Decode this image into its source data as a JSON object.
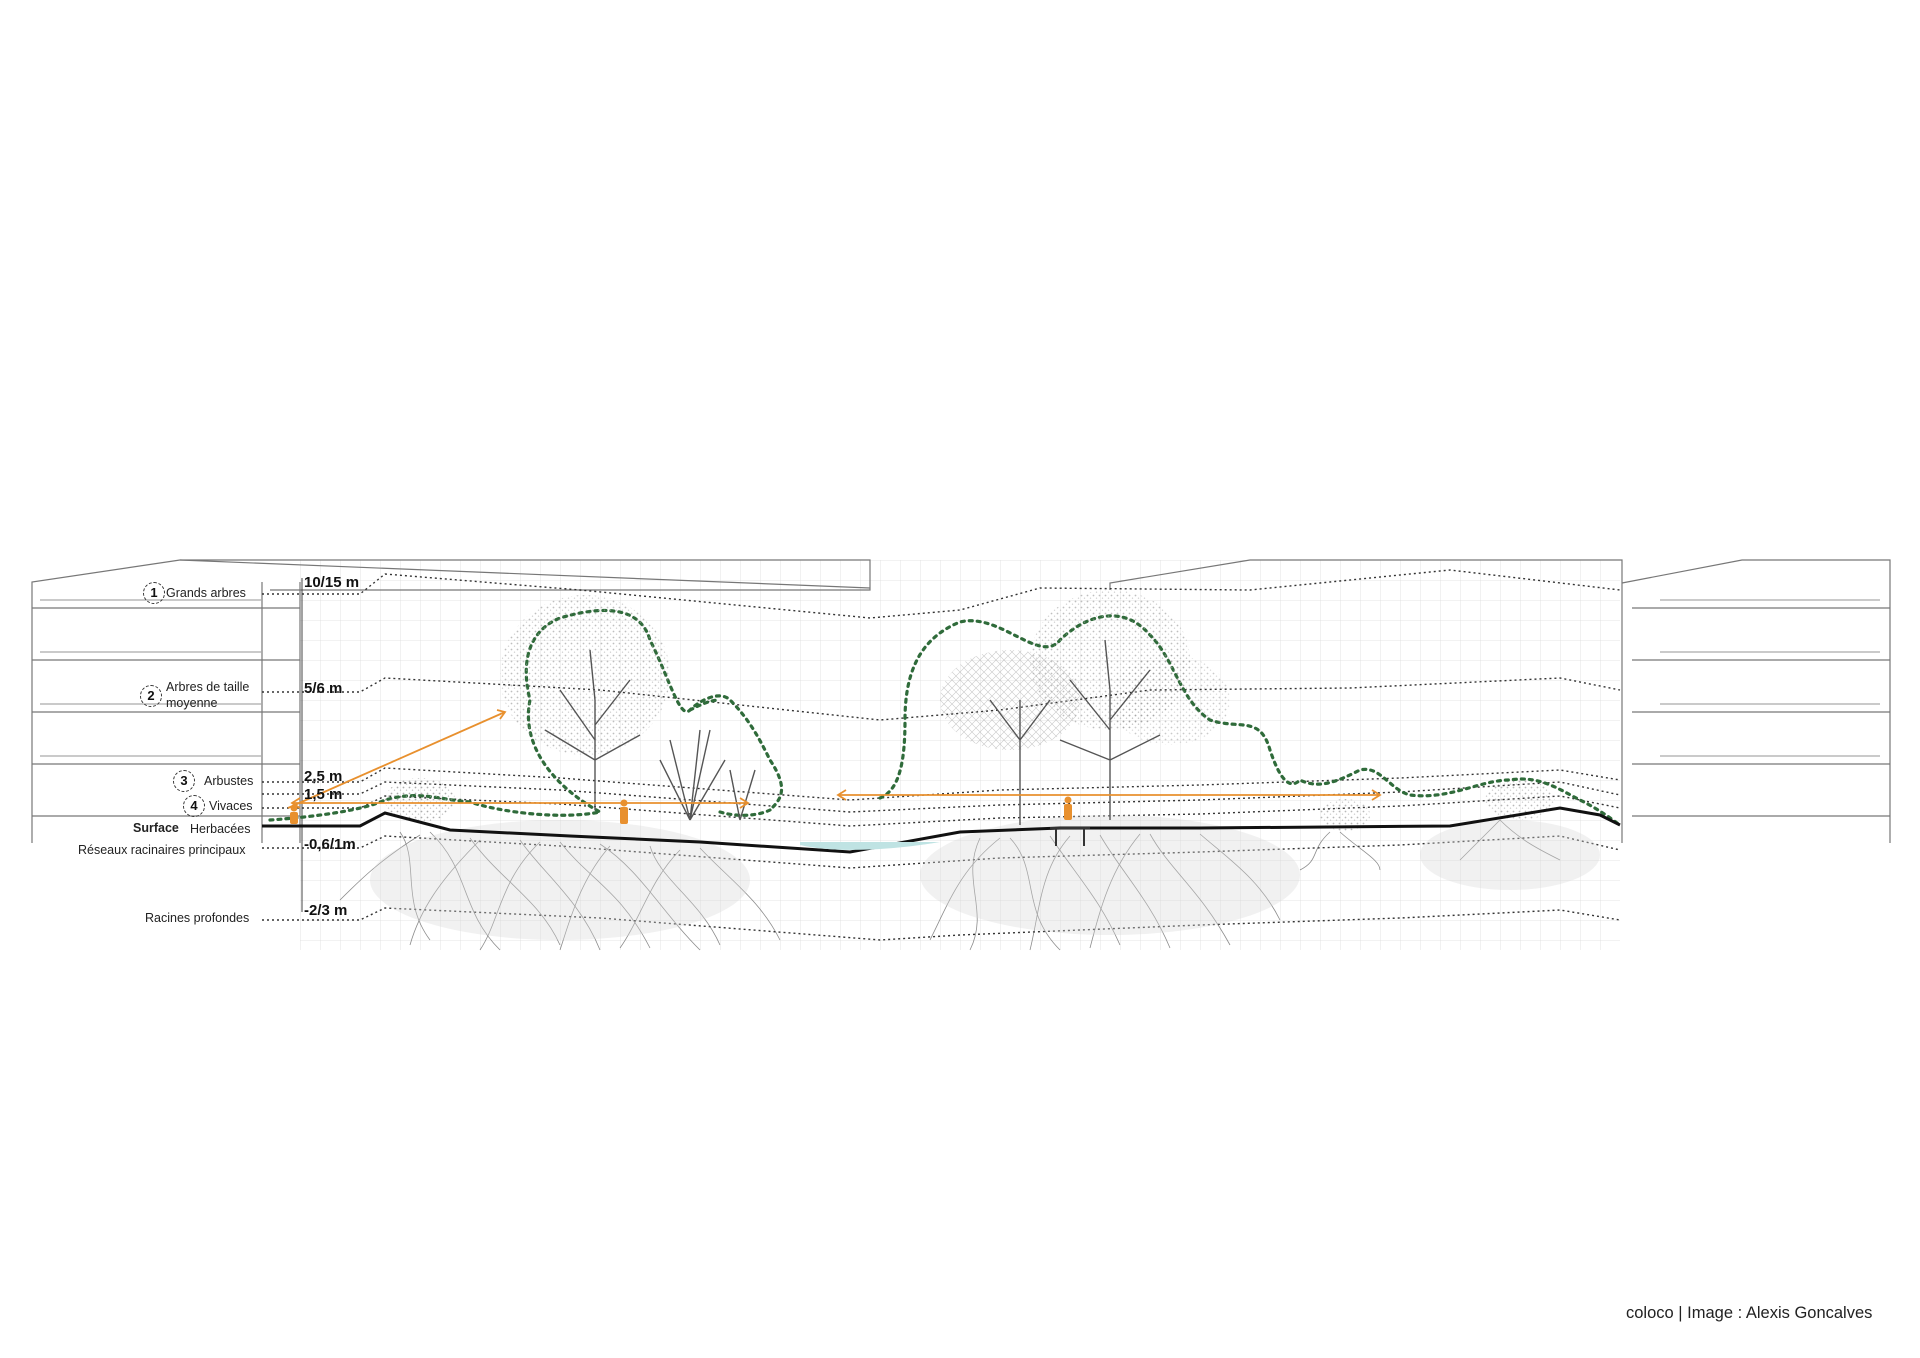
{
  "diagram": {
    "levels": [
      {
        "num": "1",
        "label": "Grands arbres",
        "height": "10/15 m"
      },
      {
        "num": "2",
        "label_line1": "Arbres de taille",
        "label_line2": "moyenne",
        "height": "5/6 m"
      },
      {
        "num": "3",
        "label": "Arbustes",
        "height": "2,5 m"
      },
      {
        "num": "4",
        "label": "Vivaces",
        "height": "1,5 m"
      }
    ],
    "surface": {
      "label": "Surface",
      "sublabel": "Herbacées"
    },
    "roots": [
      {
        "label": "Réseaux racinaires principaux",
        "depth": "-0,6/1m"
      },
      {
        "label": "Racines profondes",
        "depth": "-2/3 m"
      }
    ],
    "colors": {
      "canopy_outline": "#2f6b3a",
      "arrows": "#e8902e",
      "people": "#e8902e",
      "water": "#bfe3e3",
      "ground_line": "#111111",
      "grid": "#dcdcdc",
      "dotted_levels": "#333333"
    }
  },
  "credit": "coloco | Image : Alexis Goncalves"
}
